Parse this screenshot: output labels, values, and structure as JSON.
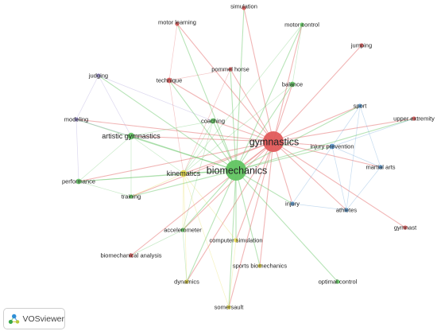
{
  "app": {
    "name": "VOSviewer"
  },
  "clusters": {
    "red": {
      "color": "#e05b5b"
    },
    "green": {
      "color": "#62c462"
    },
    "blue": {
      "color": "#5b9bd5"
    },
    "yellow": {
      "color": "#e6d94a"
    },
    "purple": {
      "color": "#9b8fd0"
    }
  },
  "nodes": [
    {
      "id": "gymnastics",
      "label": "gymnastics",
      "cluster": "red",
      "weight": 10
    },
    {
      "id": "biomechanics",
      "label": "biomechanics",
      "cluster": "green",
      "weight": 10
    },
    {
      "id": "simulation",
      "label": "simulation",
      "cluster": "red",
      "weight": 2
    },
    {
      "id": "motor_learning",
      "label": "motor learning",
      "cluster": "red",
      "weight": 2
    },
    {
      "id": "motor_control",
      "label": "motor control",
      "cluster": "green",
      "weight": 2
    },
    {
      "id": "jumping",
      "label": "jumping",
      "cluster": "red",
      "weight": 2
    },
    {
      "id": "judging",
      "label": "judging",
      "cluster": "purple",
      "weight": 2
    },
    {
      "id": "technique",
      "label": "technique",
      "cluster": "red",
      "weight": 3
    },
    {
      "id": "pommel_horse",
      "label": "pommel horse",
      "cluster": "red",
      "weight": 2
    },
    {
      "id": "balance",
      "label": "balance",
      "cluster": "green",
      "weight": 3
    },
    {
      "id": "sport",
      "label": "sport",
      "cluster": "blue",
      "weight": 2
    },
    {
      "id": "upper_extremity",
      "label": "upper extremity",
      "cluster": "red",
      "weight": 2
    },
    {
      "id": "modeling",
      "label": "modeling",
      "cluster": "purple",
      "weight": 2
    },
    {
      "id": "coaching",
      "label": "coaching",
      "cluster": "green",
      "weight": 3
    },
    {
      "id": "artistic_gymnastics",
      "label": "artistic gymnastics",
      "cluster": "green",
      "weight": 4
    },
    {
      "id": "injury_prevention",
      "label": "injury prevention",
      "cluster": "blue",
      "weight": 3
    },
    {
      "id": "martial_arts",
      "label": "martial arts",
      "cluster": "blue",
      "weight": 2
    },
    {
      "id": "kinematics",
      "label": "kinematics",
      "cluster": "yellow",
      "weight": 4
    },
    {
      "id": "performance",
      "label": "performance",
      "cluster": "green",
      "weight": 3
    },
    {
      "id": "training",
      "label": "training",
      "cluster": "green",
      "weight": 2
    },
    {
      "id": "injury",
      "label": "injury",
      "cluster": "blue",
      "weight": 2
    },
    {
      "id": "athletes",
      "label": "athletes",
      "cluster": "blue",
      "weight": 2
    },
    {
      "id": "gymnast",
      "label": "gymnast",
      "cluster": "red",
      "weight": 2
    },
    {
      "id": "accelerometer",
      "label": "accelerometer",
      "cluster": "green",
      "weight": 2
    },
    {
      "id": "computer_simulation",
      "label": "computer simulation",
      "cluster": "yellow",
      "weight": 2
    },
    {
      "id": "biomechanical_analysis",
      "label": "biomechanical analysis",
      "cluster": "red",
      "weight": 1
    },
    {
      "id": "sports_biomechanics",
      "label": "sports biomechanics",
      "cluster": "yellow",
      "weight": 2
    },
    {
      "id": "dynamics",
      "label": "dynamics",
      "cluster": "yellow",
      "weight": 2
    },
    {
      "id": "optimal_control",
      "label": "optimal control",
      "cluster": "green",
      "weight": 2
    },
    {
      "id": "somersault",
      "label": "somersault",
      "cluster": "yellow",
      "weight": 2
    }
  ],
  "links": [
    [
      "gymnastics",
      "biomechanics"
    ],
    [
      "gymnastics",
      "simulation"
    ],
    [
      "gymnastics",
      "motor_learning"
    ],
    [
      "gymnastics",
      "motor_control"
    ],
    [
      "gymnastics",
      "jumping"
    ],
    [
      "gymnastics",
      "technique"
    ],
    [
      "gymnastics",
      "pommel_horse"
    ],
    [
      "gymnastics",
      "balance"
    ],
    [
      "gymnastics",
      "sport"
    ],
    [
      "gymnastics",
      "upper_extremity"
    ],
    [
      "gymnastics",
      "coaching"
    ],
    [
      "gymnastics",
      "artistic_gymnastics"
    ],
    [
      "gymnastics",
      "injury_prevention"
    ],
    [
      "gymnastics",
      "martial_arts"
    ],
    [
      "gymnastics",
      "kinematics"
    ],
    [
      "gymnastics",
      "performance"
    ],
    [
      "gymnastics",
      "injury"
    ],
    [
      "gymnastics",
      "athletes"
    ],
    [
      "gymnastics",
      "gymnast"
    ],
    [
      "gymnastics",
      "accelerometer"
    ],
    [
      "gymnastics",
      "computer_simulation"
    ],
    [
      "gymnastics",
      "biomechanical_analysis"
    ],
    [
      "gymnastics",
      "sports_biomechanics"
    ],
    [
      "gymnastics",
      "dynamics"
    ],
    [
      "gymnastics",
      "somersault"
    ],
    [
      "gymnastics",
      "modeling"
    ],
    [
      "gymnastics",
      "training"
    ],
    [
      "biomechanics",
      "simulation"
    ],
    [
      "biomechanics",
      "motor_learning"
    ],
    [
      "biomechanics",
      "motor_control"
    ],
    [
      "biomechanics",
      "technique"
    ],
    [
      "biomechanics",
      "pommel_horse"
    ],
    [
      "biomechanics",
      "balance"
    ],
    [
      "biomechanics",
      "coaching"
    ],
    [
      "biomechanics",
      "artistic_gymnastics"
    ],
    [
      "biomechanics",
      "judging"
    ],
    [
      "biomechanics",
      "modeling"
    ],
    [
      "biomechanics",
      "kinematics"
    ],
    [
      "biomechanics",
      "performance"
    ],
    [
      "biomechanics",
      "training"
    ],
    [
      "biomechanics",
      "injury"
    ],
    [
      "biomechanics",
      "injury_prevention"
    ],
    [
      "biomechanics",
      "accelerometer"
    ],
    [
      "biomechanics",
      "computer_simulation"
    ],
    [
      "biomechanics",
      "sports_biomechanics"
    ],
    [
      "biomechanics",
      "dynamics"
    ],
    [
      "biomechanics",
      "optimal_control"
    ],
    [
      "biomechanics",
      "somersault"
    ],
    [
      "biomechanics",
      "sport"
    ],
    [
      "biomechanics",
      "upper_extremity"
    ],
    [
      "judging",
      "modeling"
    ],
    [
      "judging",
      "artistic_gymnastics"
    ],
    [
      "judging",
      "coaching"
    ],
    [
      "modeling",
      "performance"
    ],
    [
      "modeling",
      "artistic_gymnastics"
    ],
    [
      "artistic_gymnastics",
      "performance"
    ],
    [
      "artistic_gymnastics",
      "training"
    ],
    [
      "artistic_gymnastics",
      "kinematics"
    ],
    [
      "artistic_gymnastics",
      "coaching"
    ],
    [
      "performance",
      "kinematics"
    ],
    [
      "performance",
      "training"
    ],
    [
      "coaching",
      "kinematics"
    ],
    [
      "coaching",
      "accelerometer"
    ],
    [
      "balance",
      "kinematics"
    ],
    [
      "balance",
      "motor_control"
    ],
    [
      "technique",
      "kinematics"
    ],
    [
      "technique",
      "motor_learning"
    ],
    [
      "technique",
      "pommel_horse"
    ],
    [
      "kinematics",
      "training"
    ],
    [
      "kinematics",
      "accelerometer"
    ],
    [
      "kinematics",
      "dynamics"
    ],
    [
      "kinematics",
      "somersault"
    ],
    [
      "kinematics",
      "computer_simulation"
    ],
    [
      "sport",
      "martial_arts"
    ],
    [
      "sport",
      "injury_prevention"
    ],
    [
      "injury_prevention",
      "martial_arts"
    ],
    [
      "injury_prevention",
      "injury"
    ],
    [
      "injury_prevention",
      "athletes"
    ],
    [
      "injury_prevention",
      "upper_extremity"
    ],
    [
      "martial_arts",
      "athletes"
    ],
    [
      "injury",
      "athletes"
    ],
    [
      "athletes",
      "sport"
    ],
    [
      "accelerometer",
      "dynamics"
    ],
    [
      "accelerometer",
      "biomechanical_analysis"
    ],
    [
      "computer_simulation",
      "somersault"
    ],
    [
      "motor_control",
      "kinematics"
    ],
    [
      "pommel_horse",
      "kinematics"
    ]
  ]
}
